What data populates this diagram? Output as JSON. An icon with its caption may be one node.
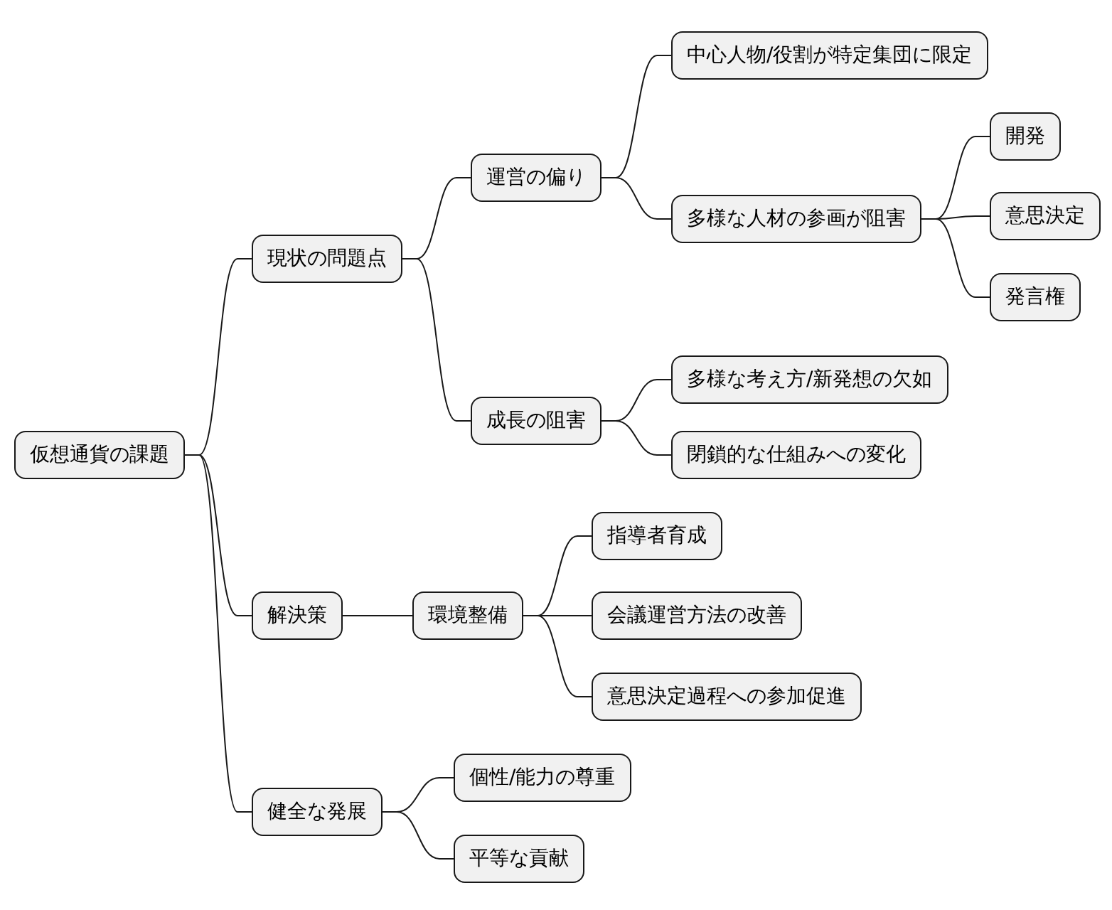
{
  "diagram": {
    "nodes": [
      {
        "text": [
          "仮想通貨の課題"
        ]
      },
      {
        "text": [
          "現状の問題点"
        ]
      },
      {
        "text": [
          "運営の偏り"
        ]
      },
      {
        "text": [
          "中心人物/役割が特定集団に限定"
        ]
      },
      {
        "text": [
          "多様な人材の参画が阻害"
        ]
      },
      {
        "text": [
          "開発"
        ]
      },
      {
        "text": [
          "意思決定"
        ]
      },
      {
        "text": [
          "発言権"
        ]
      },
      {
        "text": [
          "成長の阻害"
        ]
      },
      {
        "text": [
          "多様な考え方/新発想の欠如"
        ]
      },
      {
        "text": [
          "閉鎖的な仕組みへの変化"
        ]
      },
      {
        "text": [
          "解決策"
        ]
      },
      {
        "text": [
          "環境整備"
        ]
      },
      {
        "text": [
          "指導者育成"
        ]
      },
      {
        "text": [
          "会議運営方法の改善"
        ]
      },
      {
        "text": [
          "意思決定過程への参加促進"
        ]
      },
      {
        "text": [
          "健全な発展"
        ]
      },
      {
        "text": [
          "個性/能力の尊重"
        ]
      },
      {
        "text": [
          "平等な貢献"
        ]
      }
    ],
    "edges": [
      {
        "from": 0,
        "to": 1,
        "arrow": "none"
      },
      {
        "from": 1,
        "to": 2,
        "arrow": "none"
      },
      {
        "from": 2,
        "to": 3,
        "arrow": "none"
      },
      {
        "from": 2,
        "to": 4,
        "arrow": "none"
      },
      {
        "from": 4,
        "to": 5,
        "arrow": "none"
      },
      {
        "from": 4,
        "to": 6,
        "arrow": "none"
      },
      {
        "from": 4,
        "to": 7,
        "arrow": "none"
      },
      {
        "from": 1,
        "to": 8,
        "arrow": "none"
      },
      {
        "from": 8,
        "to": 9,
        "arrow": "none"
      },
      {
        "from": 8,
        "to": 10,
        "arrow": "none"
      },
      {
        "from": 0,
        "to": 11,
        "arrow": "none"
      },
      {
        "from": 11,
        "to": 12,
        "arrow": "none"
      },
      {
        "from": 12,
        "to": 13,
        "arrow": "none"
      },
      {
        "from": 12,
        "to": 14,
        "arrow": "none"
      },
      {
        "from": 12,
        "to": 15,
        "arrow": "none"
      },
      {
        "from": 0,
        "to": 16,
        "arrow": "none"
      },
      {
        "from": 16,
        "to": 17,
        "arrow": "none"
      },
      {
        "from": 16,
        "to": 18,
        "arrow": "none"
      }
    ]
  }
}
